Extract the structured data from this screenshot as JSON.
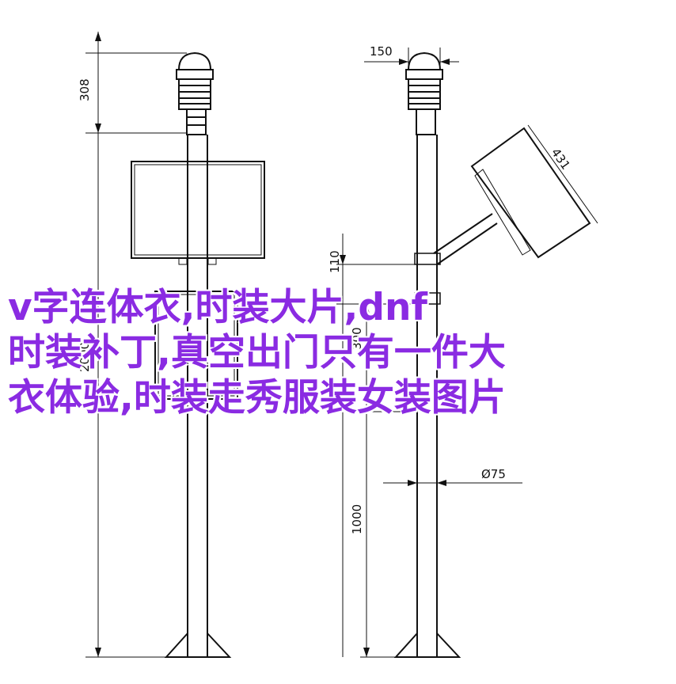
{
  "dimensions": {
    "left_top": "308",
    "left_main": "2000",
    "right_top": "150",
    "panel_diag": "431",
    "right_small": "110",
    "right_mid": "300",
    "diameter": "Ø75",
    "right_bottom": "1000"
  },
  "overlay": {
    "line1": "v字连体衣,时装大片,dnf",
    "line2": "时装补丁,真空出门只有一件大",
    "line3": "衣体验,时装走秀服装女装图片"
  },
  "colors": {
    "line": "#111111",
    "overlay_text": "#8a2be2"
  }
}
